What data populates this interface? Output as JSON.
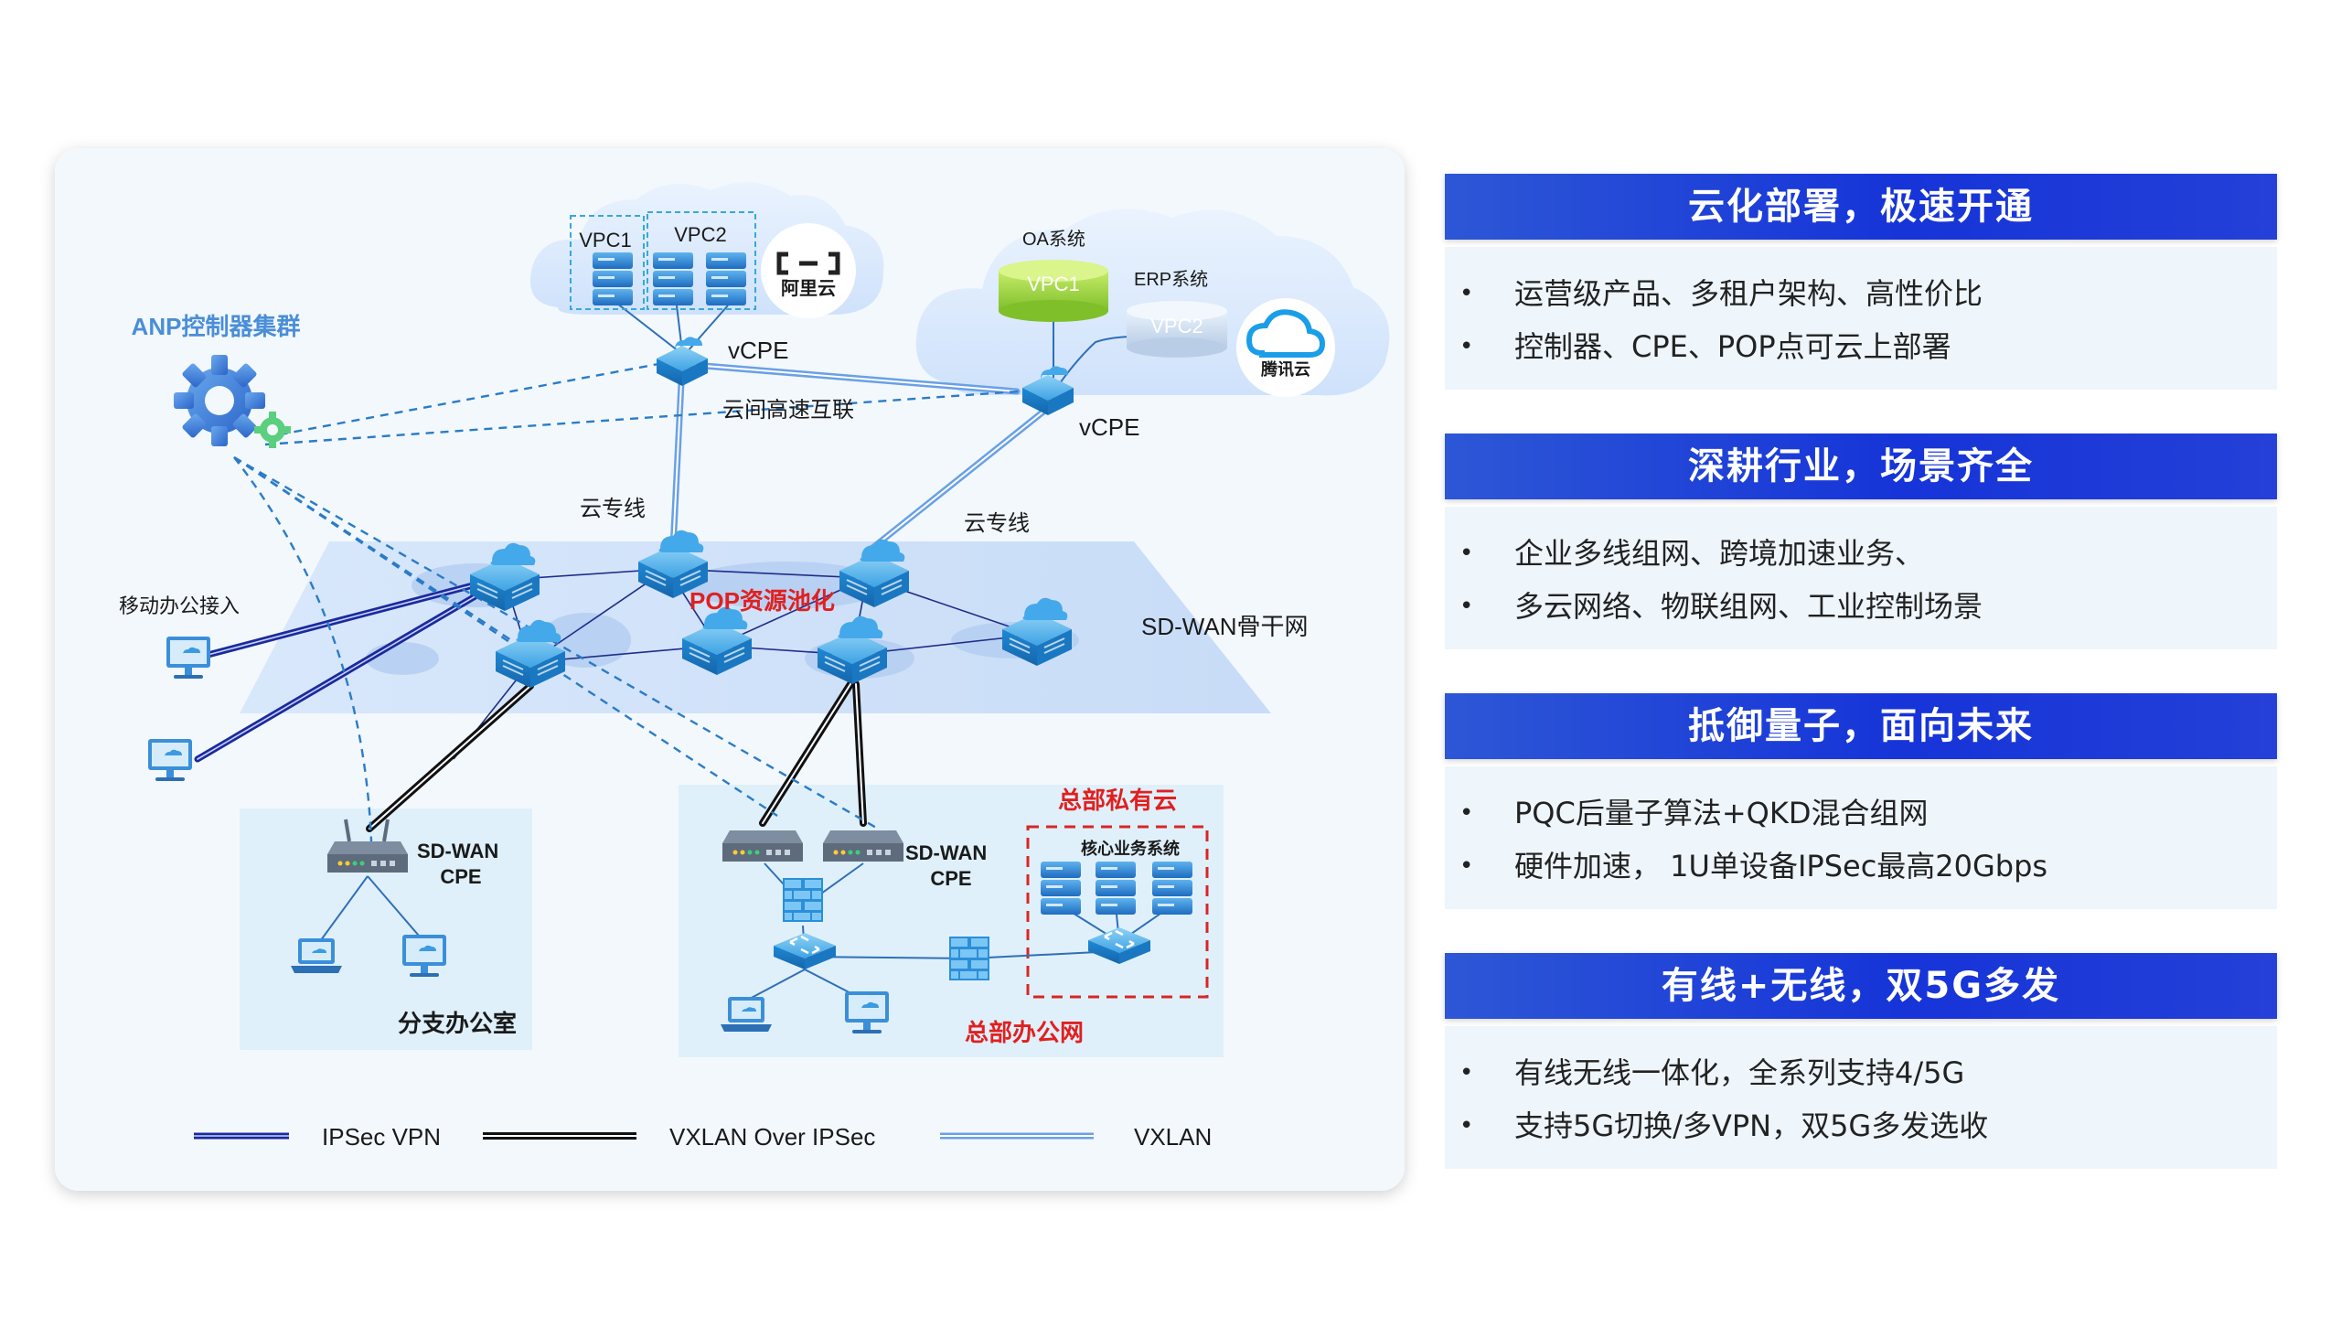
{
  "diagram": {
    "controller_label": "ANP控制器集群",
    "aliyun": {
      "vpc1": "VPC1",
      "vpc2": "VPC2",
      "logo": "阿里云",
      "vcpe": "vCPE"
    },
    "tencent": {
      "oa": "OA系统",
      "erp": "ERP系统",
      "vpc1": "VPC1",
      "vpc2": "VPC2",
      "logo": "腾讯云",
      "vcpe": "vCPE"
    },
    "cloud_interconnect": "云间高速互联",
    "cloud_line_left": "云专线",
    "cloud_line_right": "云专线",
    "pop_pool": "POP资源池化",
    "backbone": "SD-WAN骨干网",
    "mobile_access": "移动办公接入",
    "branch": {
      "cpe_line1": "SD-WAN",
      "cpe_line2": "CPE",
      "label": "分支办公室"
    },
    "hq": {
      "private_cloud": "总部私有云",
      "core_system": "核心业务系统",
      "cpe_line1": "SD-WAN",
      "cpe_line2": "CPE",
      "label": "总部办公网"
    },
    "legend": [
      {
        "label": "IPSec VPN",
        "color": "#1b2a9c"
      },
      {
        "label": "VXLAN Over IPSec",
        "color": "#111111"
      },
      {
        "label": "VXLAN",
        "color": "#6aa0e6"
      }
    ],
    "colors": {
      "accent_blue": "#4a8ed8",
      "red": "#e02020",
      "panel_bg": "#f3f8fd",
      "zone_bg": "#dff0fa"
    }
  },
  "panels": [
    {
      "title": "云化部署，极速开通",
      "items": [
        "运营级产品、多租户架构、高性价比",
        "控制器、CPE、POP点可云上部署"
      ]
    },
    {
      "title": "深耕行业，场景齐全",
      "items": [
        "企业多线组网、跨境加速业务、",
        "多云网络、物联组网、工业控制场景"
      ]
    },
    {
      "title": "抵御量子，面向未来",
      "items": [
        "PQC后量子算法+QKD混合组网",
        "硬件加速， 1U单设备IPSec最高20Gbps"
      ]
    },
    {
      "title": "有线+无线，双5G多发",
      "items": [
        "有线无线一体化，全系列支持4/5G",
        "支持5G切换/多VPN，双5G多发选收"
      ]
    }
  ]
}
